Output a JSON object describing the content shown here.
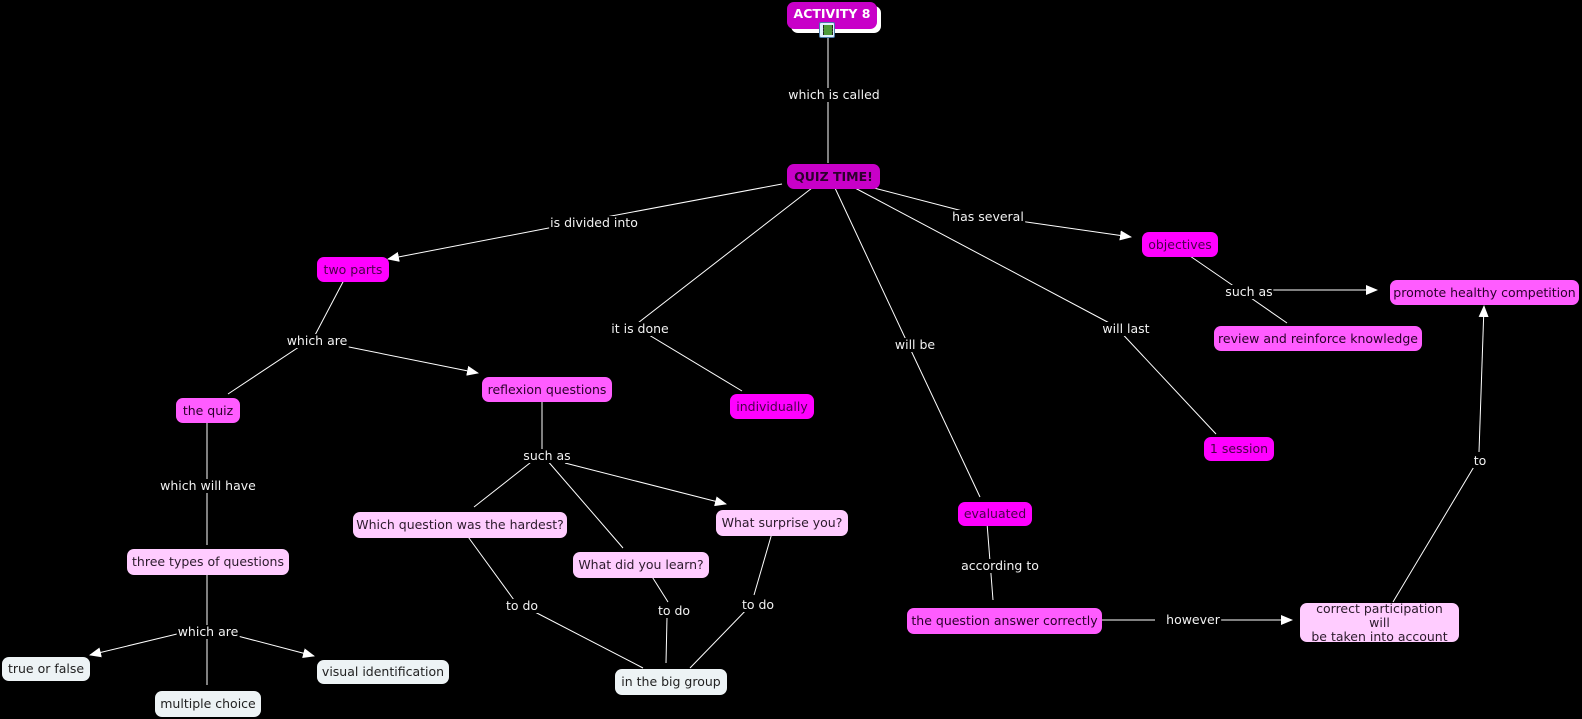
{
  "diagram": {
    "type": "concept-map",
    "background": "#000000",
    "colors": {
      "title": "#c800c8",
      "root": "#c800c8",
      "magenta": "#ff00ff",
      "pink": "#ff5cff",
      "light_pink": "#ffccff",
      "white": "#edf3f5",
      "link": "#ffffff"
    },
    "nodes": {
      "activity": {
        "label": "ACTIVITY 8",
        "icon": "video-icon"
      },
      "quiz_time": {
        "label": "QUIZ TIME!"
      },
      "two_parts": {
        "label": "two parts"
      },
      "objectives": {
        "label": "objectives"
      },
      "promote": {
        "label": "promote healthy competition"
      },
      "review": {
        "label": "review and reinforce knowledge"
      },
      "the_quiz": {
        "label": "the quiz"
      },
      "reflexion": {
        "label": "reflexion questions"
      },
      "individually": {
        "label": "individually"
      },
      "one_session": {
        "label": "1 session"
      },
      "three_types": {
        "label": "three types of questions"
      },
      "hardest": {
        "label": "Which question was the hardest?"
      },
      "surprise": {
        "label": "What surprise you?"
      },
      "learn": {
        "label": "What did you learn?"
      },
      "evaluated": {
        "label": "evaluated"
      },
      "answer_correctly": {
        "label": "the question answer correctly"
      },
      "participation": {
        "label": "correct participation will\nbe taken into account"
      },
      "true_false": {
        "label": "true or false"
      },
      "visual": {
        "label": "visual identification"
      },
      "multiple": {
        "label": "multiple choice"
      },
      "big_group": {
        "label": "in the big group"
      }
    },
    "link_labels": {
      "which_is_called": "which is called",
      "is_divided_into": "is divided into",
      "has_several": "has several",
      "such_as_obj": "such as",
      "which_are_parts": "which are",
      "it_is_done": "it is done",
      "will_be": "will be",
      "will_last": "will last",
      "which_will_have": "which will have",
      "such_as_refl": "such as",
      "to": "to",
      "according_to": "according to",
      "however": "however",
      "which_are_types": "which are",
      "to_do_1": "to do",
      "to_do_2": "to do",
      "to_do_3": "to do"
    }
  }
}
